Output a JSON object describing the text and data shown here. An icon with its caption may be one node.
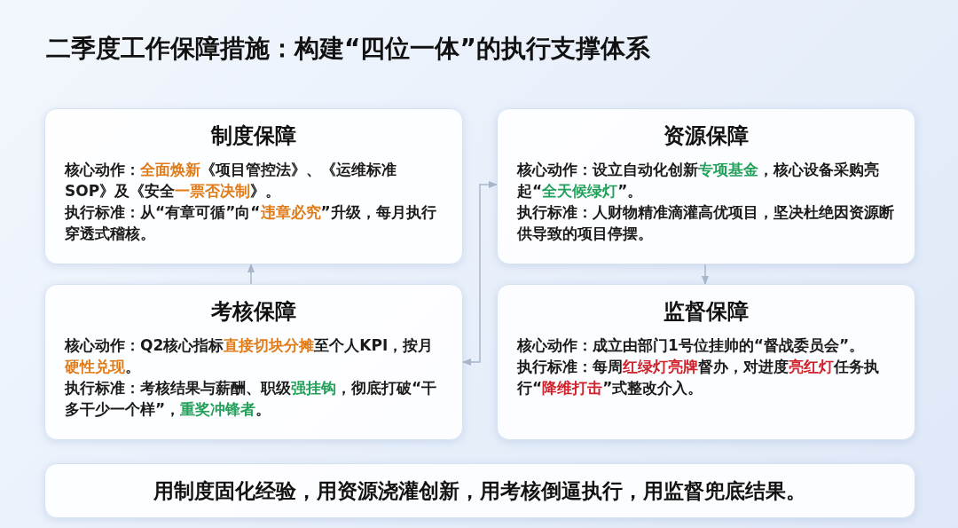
{
  "diagram": {
    "title": "二季度工作保障措施：构建“四位一体”的执行支撑体系",
    "nodes": [
      {
        "text": [
          "制度保障",
          "核心动作：**全面焕新**《项目管控法》、《运维标准SOP》及《安全**一票否决制**》。",
          "执行标准：从“有章可循”向“**违章必究**”升级，每月执行穿透式稽核。"
        ]
      },
      {
        "text": [
          "资源保障",
          "核心动作：设立自动化创新**专项基金**，核心设备采购亮起“**全天候绿灯**”。",
          "执行标准：人财物精准滴灌高优项目，坚决杜绝因资源断供导致的项目停摆。"
        ]
      },
      {
        "text": [
          "考核保障",
          "核心动作：Q2核心指标**直接切块分摊**至个人KPI，按月**硬性兑现**。",
          "执行标准：考核结果与薪酬、职级**强挂钩**，彻底打破“干多干少一个样”，**重奖冲锋者**。"
        ]
      },
      {
        "text": [
          "监督保障",
          "核心动作：成立由部门1号位挂帅的“督战委员会”。",
          "执行标准：每周**红绿灯亮牌**督办，对进度**亮红灯**任务执行“**降维打击**”式整改介入。"
        ]
      },
      {
        "text": [
          "用制度固化经验，用资源浇灌创新，用考核倒逼执行，用监督兜底结果。"
        ]
      }
    ],
    "edges": [
      {
        "from": 2,
        "to": 0,
        "arrow": "to"
      },
      {
        "from": 2,
        "to": 1,
        "arrow": "both"
      },
      {
        "from": 1,
        "to": 3,
        "arrow": "to"
      }
    ]
  }
}
